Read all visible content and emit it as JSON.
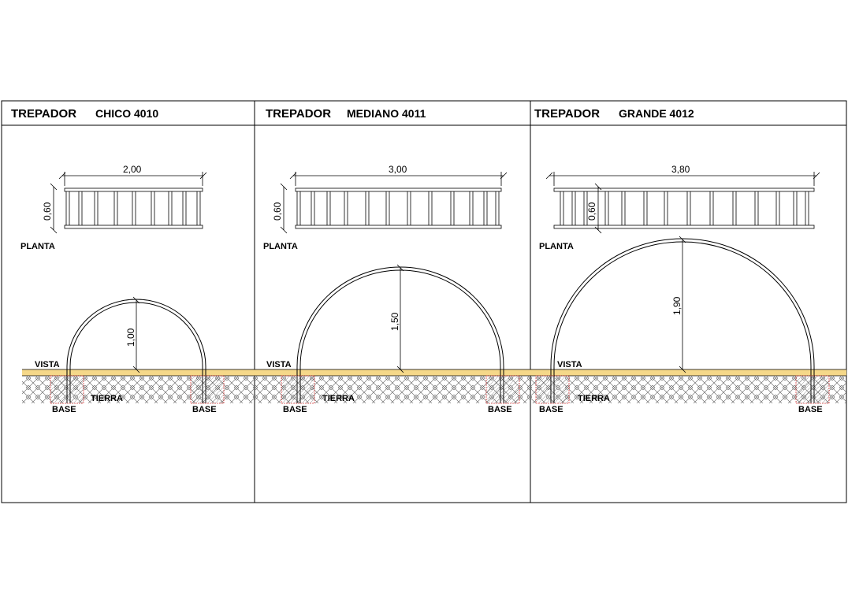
{
  "panels": [
    {
      "title_main": "TREPADOR",
      "title_sub": "CHICO 4010",
      "plan_width_label": "2,00",
      "plan_depth_label": "0,60",
      "plan_label": "PLANTA",
      "height_label": "1,00",
      "view_label": "VISTA",
      "soil_label": "TIERRA",
      "base_left_label": "BASE",
      "base_right_label": "BASE"
    },
    {
      "title_main": "TREPADOR",
      "title_sub": "MEDIANO 4011",
      "plan_width_label": "3,00",
      "plan_depth_label": "0,60",
      "plan_label": "PLANTA",
      "height_label": "1,50",
      "view_label": "VISTA",
      "soil_label": "TIERRA",
      "base_left_label": "BASE",
      "base_right_label": "BASE"
    },
    {
      "title_main": "TREPADOR",
      "title_sub": "GRANDE 4012",
      "plan_width_label": "3,80",
      "plan_depth_label": "0,60",
      "plan_label": "PLANTA",
      "height_label": "1,90",
      "view_label": "VISTA",
      "soil_label": "TIERRA",
      "base_left_label": "BASE",
      "base_right_label": "BASE"
    }
  ],
  "colors": {
    "ground_strip": "#f5d889",
    "base_outline": "#d94040",
    "line": "#000000",
    "hatch": "#555555"
  }
}
